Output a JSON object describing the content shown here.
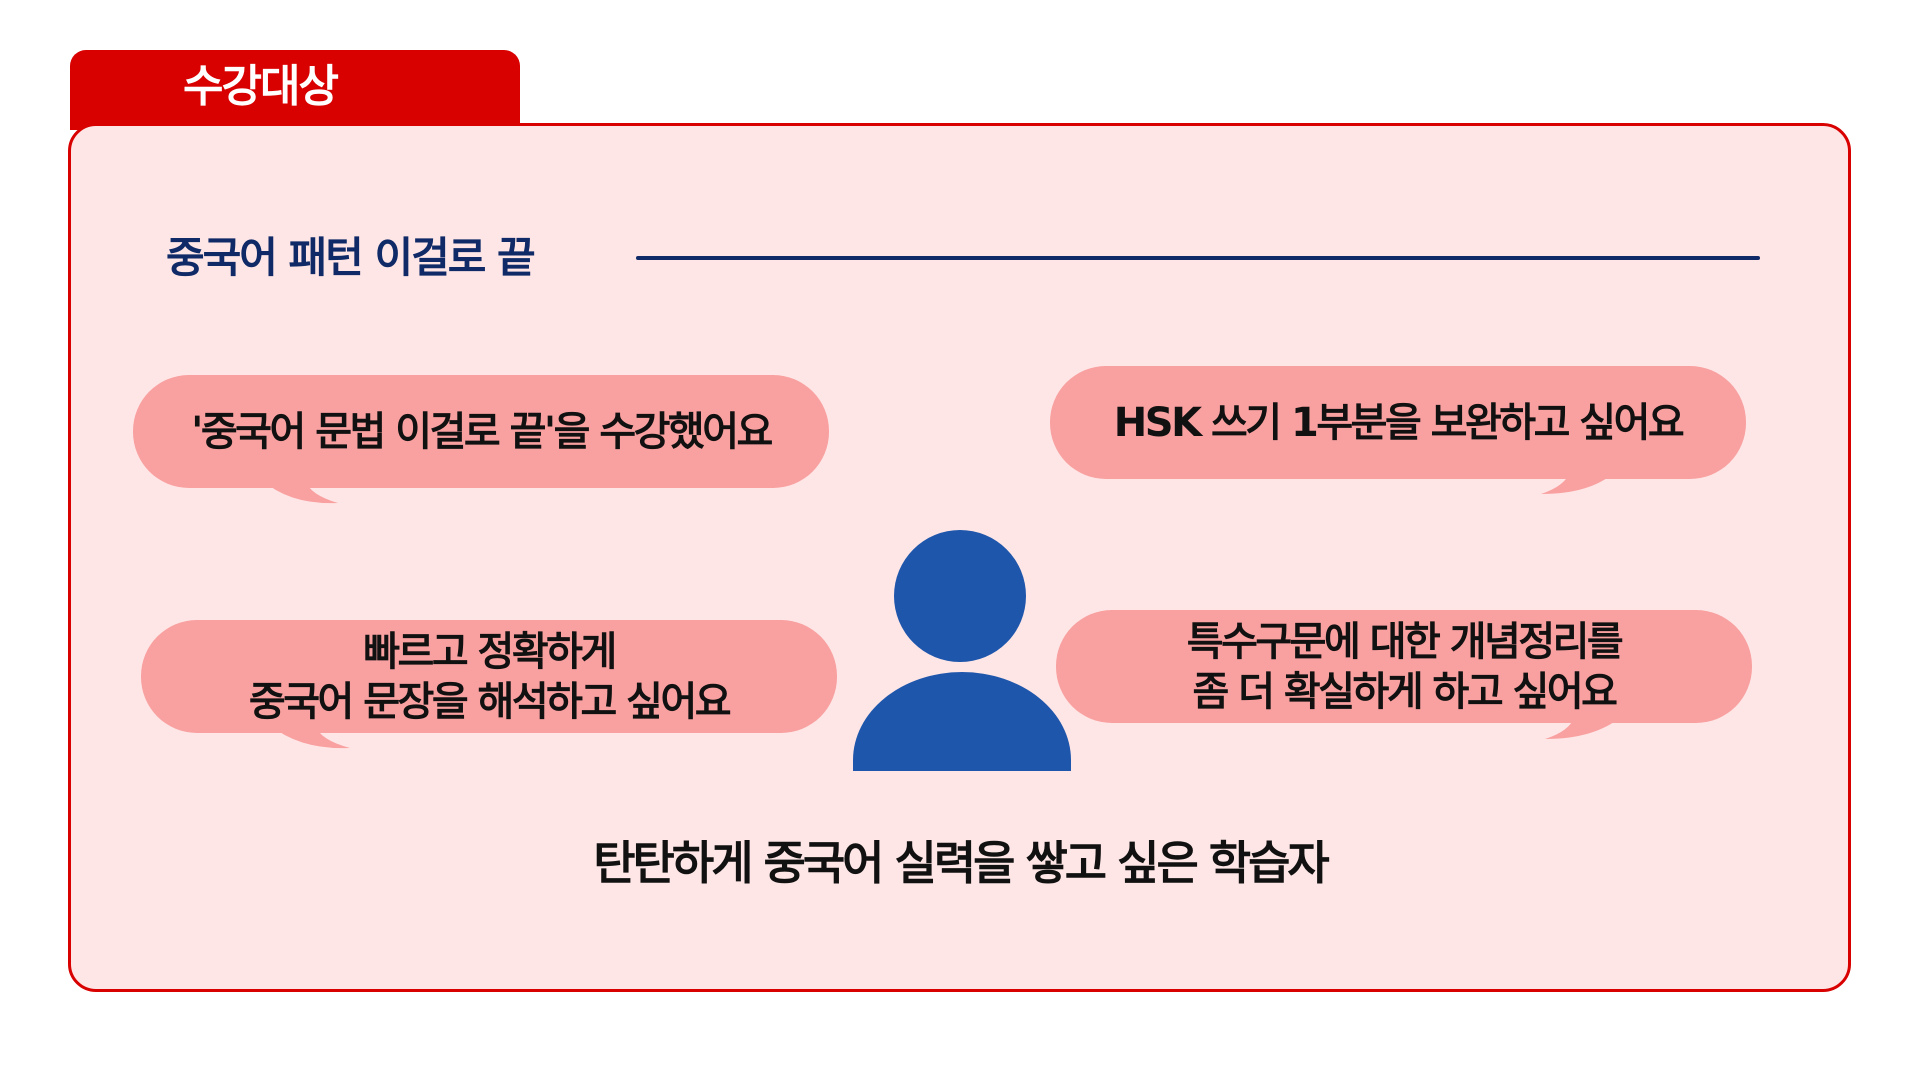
{
  "tab": {
    "label": "수강대상"
  },
  "section": {
    "title": "중국어 패턴 이걸로 끝"
  },
  "bubbles": [
    {
      "text": "'중국어 문법 이걸로 끝'을 수강했어요"
    },
    {
      "text": "HSK 쓰기 1부분을 보완하고 싶어요"
    },
    {
      "line1": "빠르고 정확하게",
      "line2": "중국어 문장을 해석하고 싶어요"
    },
    {
      "line1": "특수구문에 대한 개념정리를",
      "line2": "좀 더 확실하게 하고 싶어요"
    }
  ],
  "caption": "탄탄하게 중국어 실력을 쌓고 싶은 학습자",
  "colors": {
    "accent": "#d90000",
    "panel": "#fee6e6",
    "navy": "#0f2a66",
    "bubble": "#f9a0a0",
    "person": "#1e56ac"
  }
}
